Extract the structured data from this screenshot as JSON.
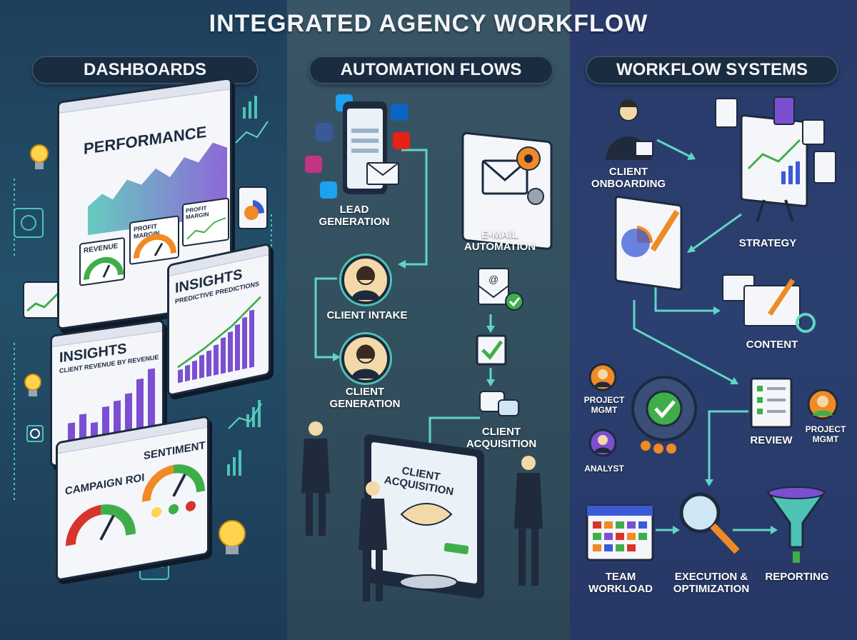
{
  "title": "INTEGRATED AGENCY WORKFLOW",
  "columns": [
    {
      "heading": "DASHBOARDS"
    },
    {
      "heading": "AUTOMATION FLOWS"
    },
    {
      "heading": "WORKFLOW SYSTEMS"
    }
  ],
  "dashboards": {
    "performance_title": "PERFORMANCE",
    "revenue_label": "REVENUE",
    "profit_margin_label": "PROFIT MARGIN",
    "profit_margin2_label": "PROFIT MARGIN",
    "insights1_title": "INSIGHTS",
    "insights1_sub": "CLIENT REVENUE BY REVENUE",
    "insights2_title": "INSIGHTS",
    "insights2_sub": "PREDICTIVE PREDICTIONS",
    "campaign_label": "CAMPAIGN ROI",
    "sentiment_label": "SENTIMENT"
  },
  "automation": {
    "lead_generation": "LEAD GENERATION",
    "email_automation": "E-MAIL AUTOMATION",
    "client_intake": "CLIENT INTAKE",
    "client_generation": "CLIENT GENERATION",
    "client_acquisition": "CLIENT ACQUISITION",
    "screen_text": "CLIENT ACQUISITION"
  },
  "workflow": {
    "client_onboarding": "CLIENT ONBOARDING",
    "strategy": "STRATEGY",
    "content": "CONTENT",
    "project_mgmt_left": "PROJECT MGMT",
    "analyst": "ANALYST",
    "review": "REVIEW",
    "project_mgmt_right": "PROJECT MGMT",
    "team_workload": "TEAM WORKLOAD",
    "execution": "EXECUTION & OPTIMIZATION",
    "reporting": "REPORTING"
  },
  "colors": {
    "accent_teal": "#4ec3b5",
    "arrow": "#5fd6c4",
    "green": "#3fae49",
    "orange": "#f08a24",
    "red": "#d9342b",
    "purple": "#7b4fd1"
  }
}
